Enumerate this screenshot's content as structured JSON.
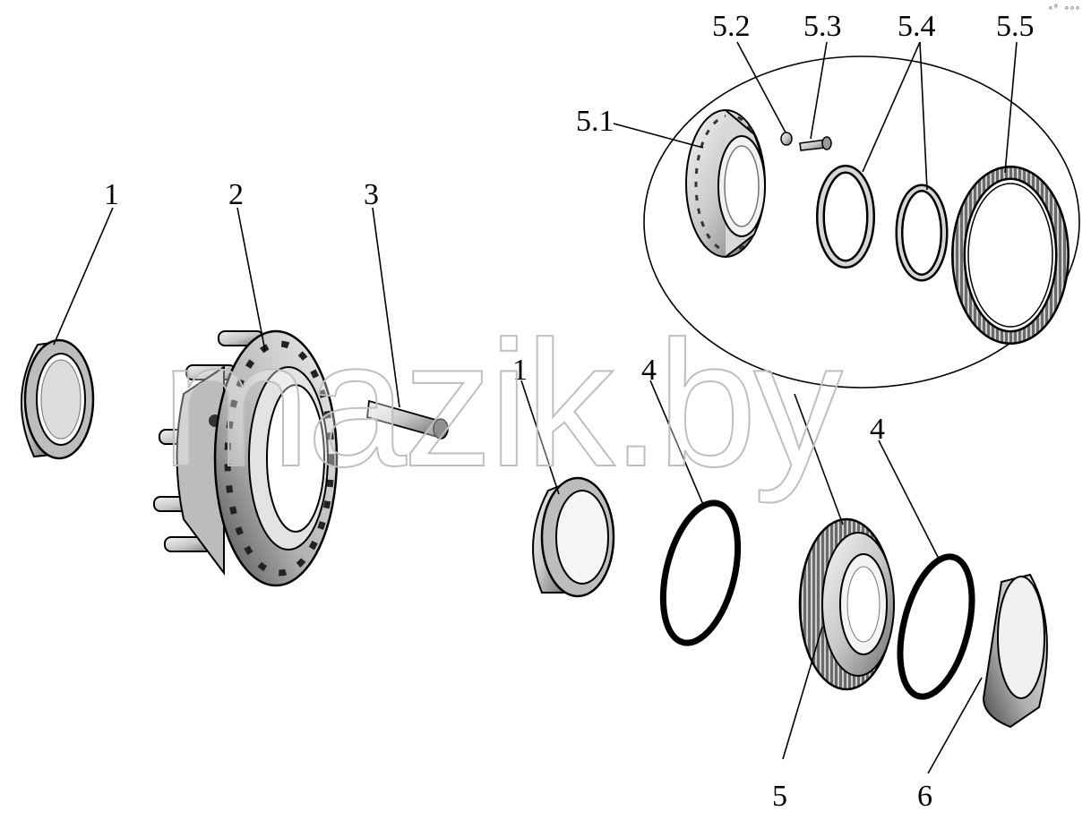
{
  "watermark": "mazik.by",
  "corner_mark": "∘⁰ ∘∘∘",
  "callouts": {
    "part_1a": "1",
    "part_2": "2",
    "part_3": "3",
    "part_1b": "1",
    "part_4a": "4",
    "part_4b": "4",
    "part_5": "5",
    "part_6": "6",
    "part_5_1": "5.1",
    "part_5_2": "5.2",
    "part_5_3": "5.3",
    "part_5_4": "5.4",
    "part_5_5": "5.5"
  },
  "colors": {
    "metal_light": "#e6e6e6",
    "metal_mid": "#b5b5b5",
    "metal_dark": "#5a5a5a",
    "outline": "#000000"
  }
}
